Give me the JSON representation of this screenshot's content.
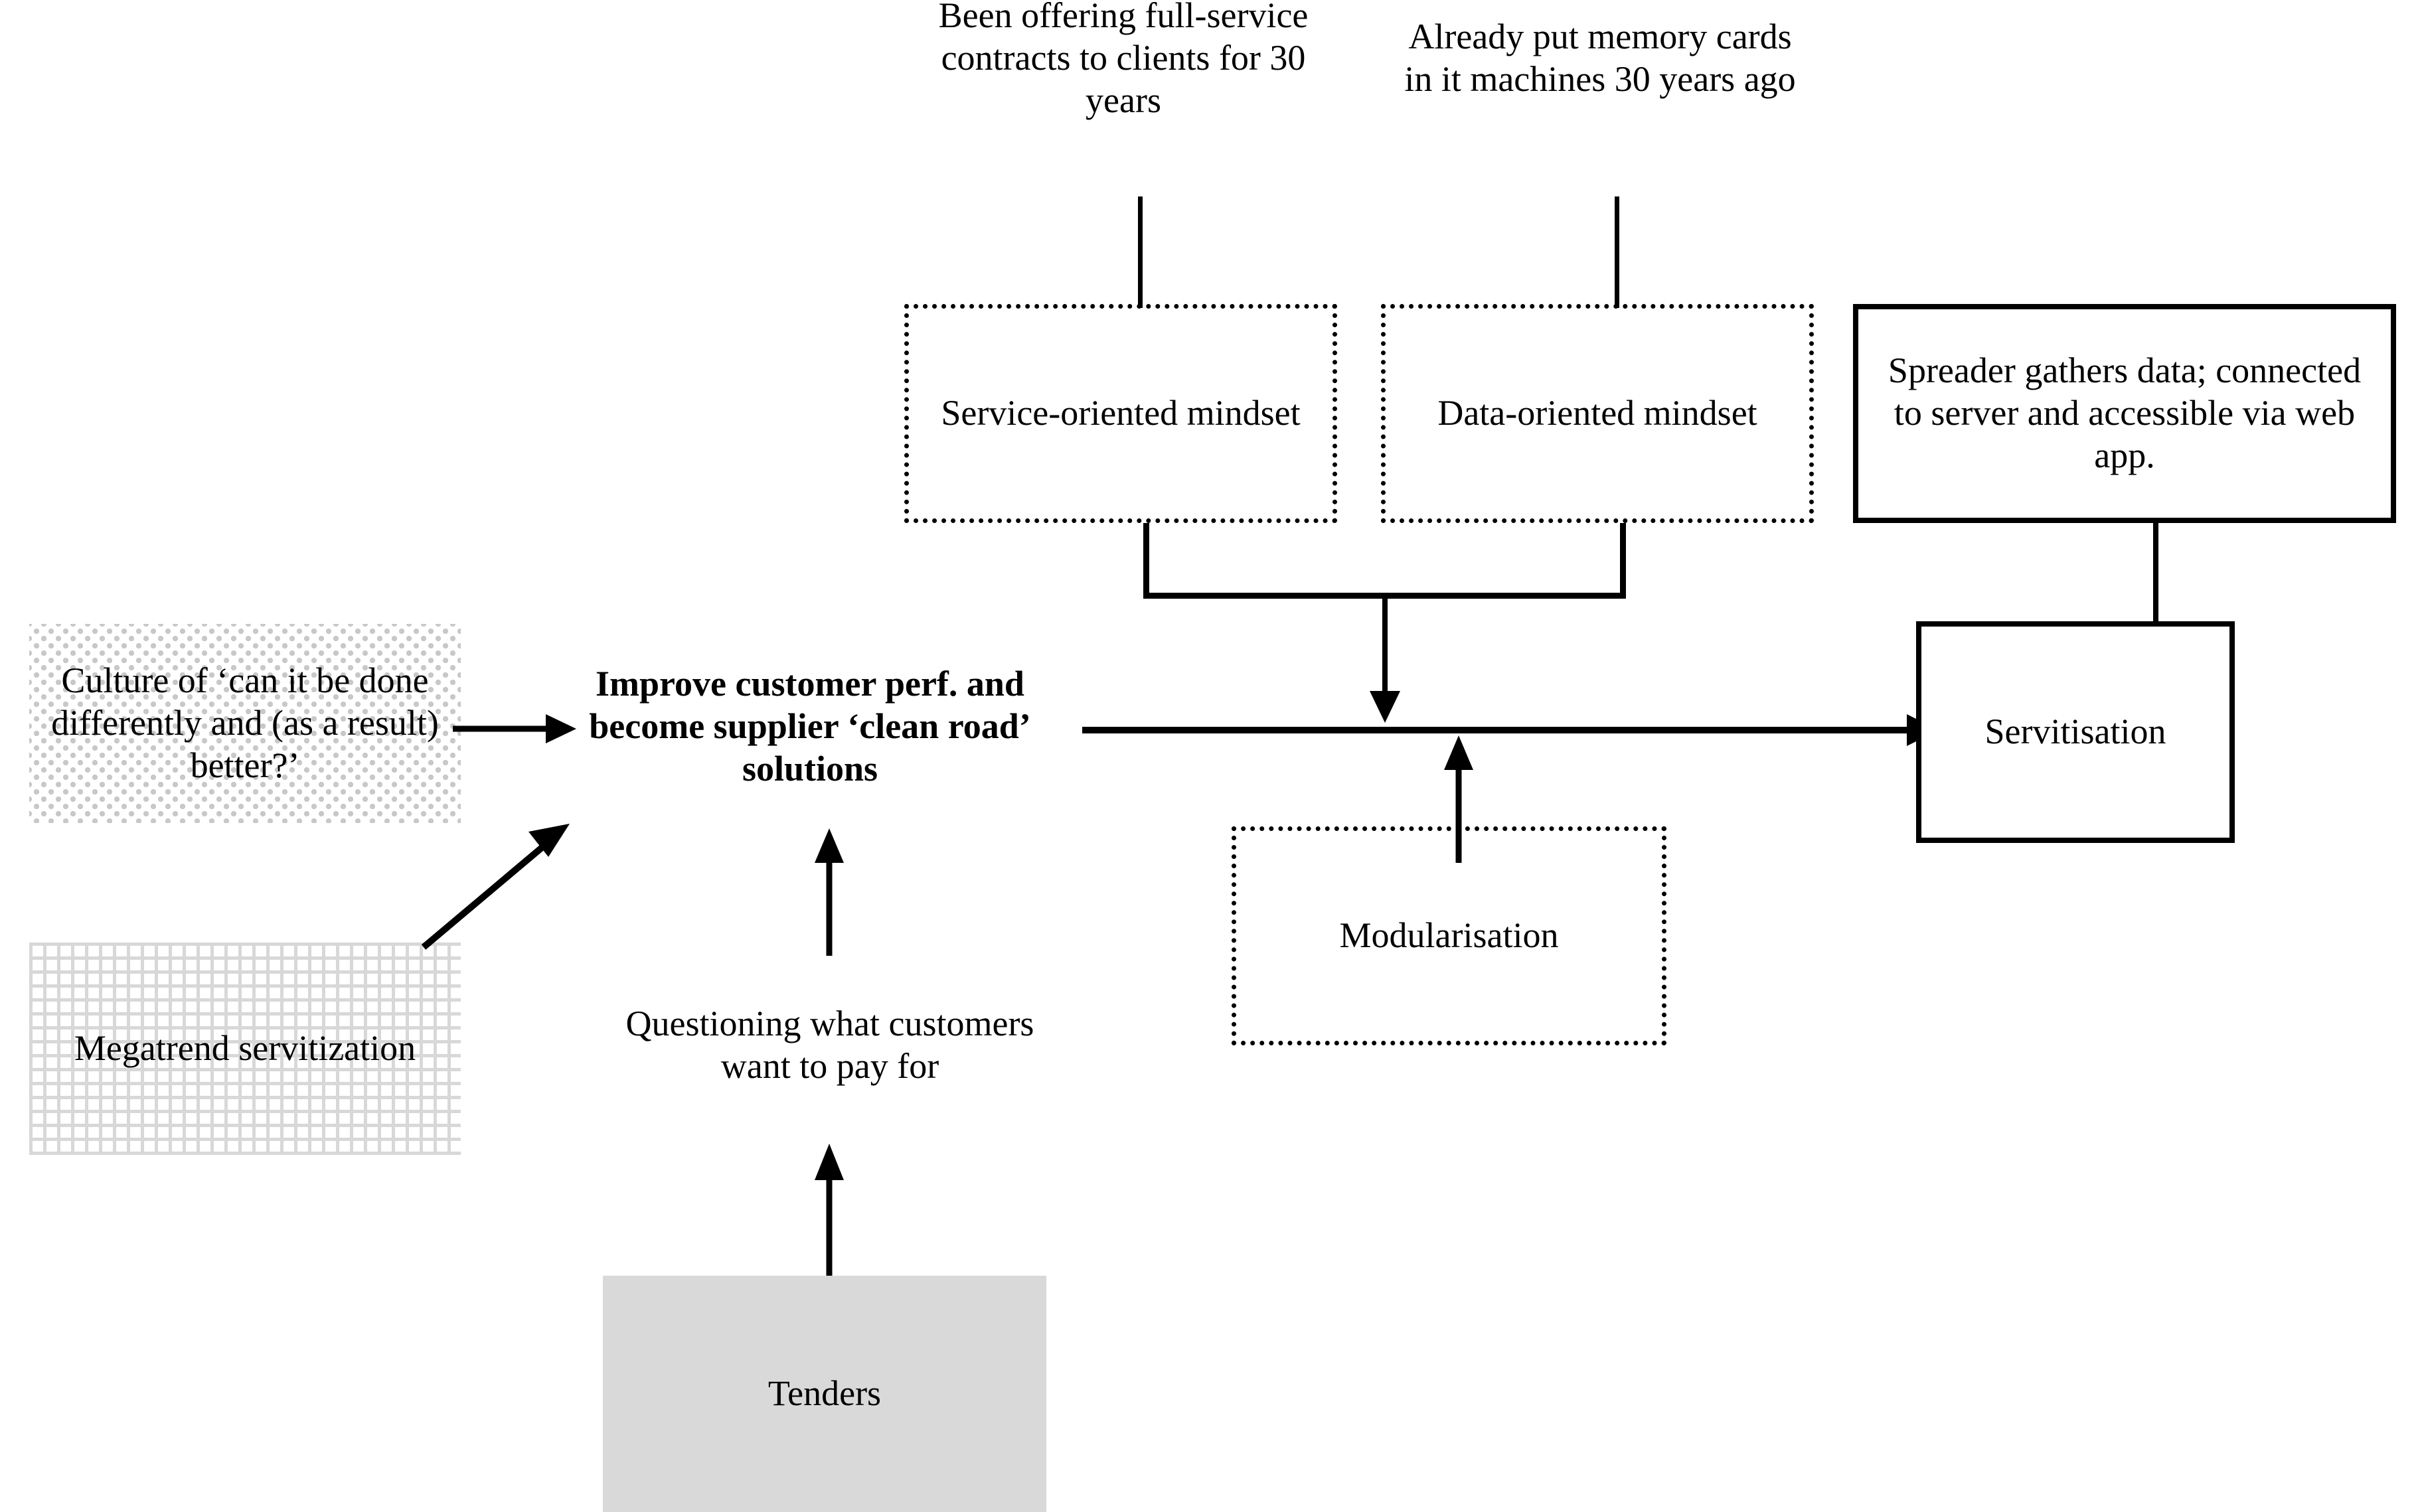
{
  "diagram": {
    "title": "Servitisation case diagram",
    "colors": {
      "ink": "#000000",
      "background": "#ffffff",
      "gray_fill": "#d9d9d9",
      "pattern_gray": "#d0d0d0"
    },
    "nodes": {
      "note_service_contracts": {
        "text": "Been offering full-service contracts to clients for 30 years",
        "style": "plain-label"
      },
      "note_memory_cards": {
        "text": "Already put memory cards in it machines 30 years ago",
        "style": "plain-label"
      },
      "service_oriented_mindset": {
        "text": "Service-oriented mindset",
        "style": "dotted-box"
      },
      "data_oriented_mindset": {
        "text": "Data-oriented mindset",
        "style": "dotted-box"
      },
      "spreader_gathers_data": {
        "text": "Spreader gathers data; connected to server and accessible via web app.",
        "style": "solid-box"
      },
      "culture_can_it_be_done": {
        "text": "Culture of ‘can it be done differently and (as a result) better?’",
        "style": "dot-pattern-box"
      },
      "megatrend_servitization": {
        "text": "Megatrend servitization",
        "style": "grid-pattern-box"
      },
      "improve_customer_perf": {
        "text": "Improve customer perf. and become supplier ‘clean road’ solutions",
        "style": "bold-plain-label"
      },
      "questioning_what_customers_pay": {
        "text": "Questioning what customers want to pay for",
        "style": "plain-label"
      },
      "tenders": {
        "text": "Tenders",
        "style": "gray-filled-box"
      },
      "modularisation": {
        "text": "Modularisation",
        "style": "dotted-box"
      },
      "servitisation": {
        "text": "Servitisation",
        "style": "solid-box"
      }
    },
    "connectors": [
      {
        "from": "note_service_contracts",
        "to": "service_oriented_mindset",
        "type": "line"
      },
      {
        "from": "note_memory_cards",
        "to": "data_oriented_mindset",
        "type": "line"
      },
      {
        "from": "service_oriented_mindset,data_oriented_mindset",
        "to": "improve_customer_perf",
        "type": "merged-arrow-down"
      },
      {
        "from": "culture_can_it_be_done",
        "to": "improve_customer_perf",
        "type": "arrow-right"
      },
      {
        "from": "megatrend_servitization",
        "to": "improve_customer_perf",
        "type": "arrow-diagonal-up-right"
      },
      {
        "from": "questioning_what_customers_pay",
        "to": "improve_customer_perf",
        "type": "arrow-up"
      },
      {
        "from": "tenders",
        "to": "questioning_what_customers_pay",
        "type": "arrow-up"
      },
      {
        "from": "modularisation",
        "to": "improve_customer_perf",
        "type": "arrow-up"
      },
      {
        "from": "improve_customer_perf",
        "to": "servitisation",
        "type": "arrow-right"
      },
      {
        "from": "spreader_gathers_data",
        "to": "servitisation",
        "type": "line"
      }
    ]
  }
}
